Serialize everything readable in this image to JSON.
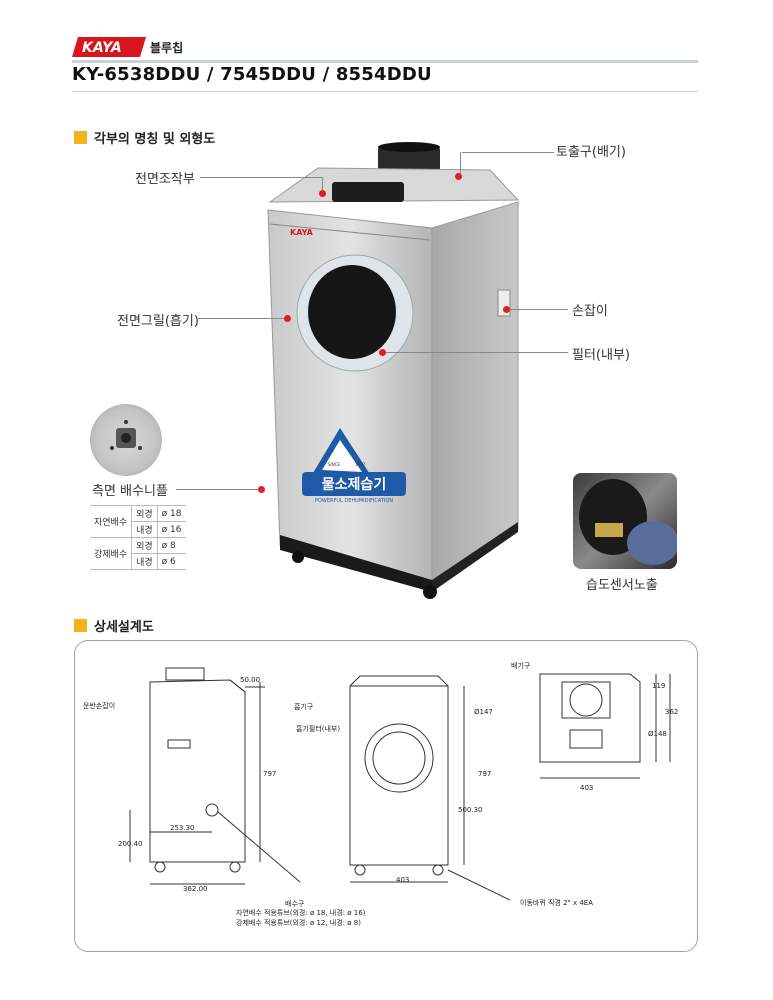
{
  "brand": {
    "logo_text": "KAYA",
    "logo_sub": "블루칩"
  },
  "models": "KY-6538DDU / 7545DDU / 8554DDU",
  "section1": {
    "title": "각부의 명칭 및 외형도"
  },
  "callouts": {
    "front_panel": "전면조작부",
    "outlet": "토출구(배기)",
    "front_grill": "전면그릴(흡기)",
    "handle": "손잡이",
    "filter": "필터(내부)",
    "side_nipple": "측면 배수니플",
    "humidity_sensor": "습도센서노출"
  },
  "product_label": {
    "main": "물소제습기",
    "sub": "POWERFUL DEHUMIDIFICATION",
    "since": "SINCE",
    "year": "1997",
    "panel_brand": "KAYA"
  },
  "drain_table": [
    {
      "type": "자연배수",
      "rows": [
        {
          "k": "외경",
          "v": "ø 18"
        },
        {
          "k": "내경",
          "v": "ø 16"
        }
      ]
    },
    {
      "type": "강제배수",
      "rows": [
        {
          "k": "외경",
          "v": "ø 8"
        },
        {
          "k": "내경",
          "v": "ø 6"
        }
      ]
    }
  ],
  "section2": {
    "title": "상세설계도"
  },
  "drawing": {
    "side": {
      "handle_label": "운반손잡이",
      "top_dim": "50.00",
      "inlet_label": "흡기구",
      "height": "797",
      "h_pos": "253.30",
      "v_pos": "200.40",
      "width": "362.00",
      "drain_label": "배수구",
      "drain_note1": "자연배수 적용튜브(외경: ø 18, 내경: ø 16)",
      "drain_note2": "강제배수 적용튜브(외경: ø 12, 내경: ø 8)"
    },
    "front": {
      "filter_label": "흡기필터(내부)",
      "diam": "Ø147",
      "height": "797",
      "center": "500.30",
      "width": "403",
      "wheel_note": "이동바퀴 직경 2\" x 4EA"
    },
    "top": {
      "outlet_label": "배기구",
      "d1": "119",
      "d2": "362",
      "diam": "Ø148",
      "width": "403"
    }
  },
  "colors": {
    "accent_red": "#e01d2a",
    "square": "#f2b31c",
    "logo_red": "#d6151f"
  }
}
